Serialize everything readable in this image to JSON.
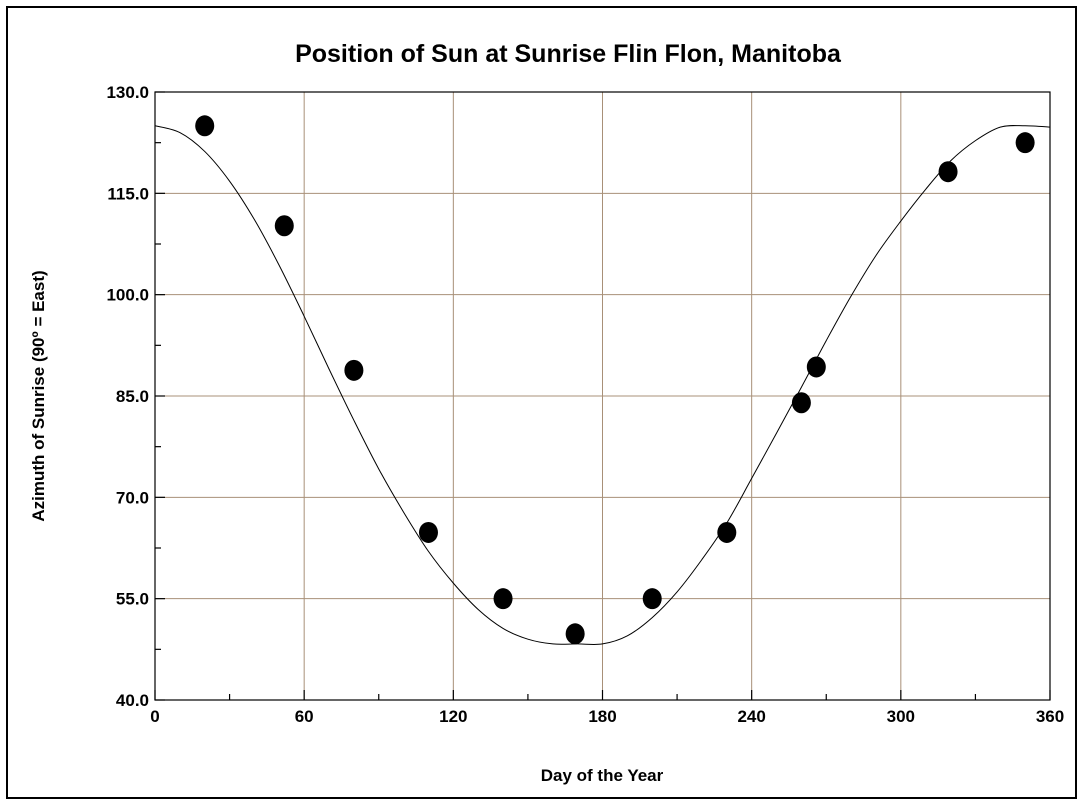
{
  "chart_data": {
    "type": "scatter",
    "title": "Position of Sun at Sunrise Flin Flon, Manitoba",
    "xlabel": "Day of the Year",
    "ylabel": "Azimuth of Sunrise (90º = East)",
    "xlim": [
      0,
      360
    ],
    "ylim": [
      40,
      130
    ],
    "x_ticks": [
      0,
      60,
      120,
      180,
      240,
      300,
      360
    ],
    "x_tick_labels": [
      "0",
      "60",
      "120",
      "180",
      "240",
      "300",
      "360"
    ],
    "y_ticks": [
      40,
      55,
      70,
      85,
      100,
      115,
      130
    ],
    "y_tick_labels": [
      "40.0",
      "55.0",
      "70.0",
      "85.0",
      "100.0",
      "115.0",
      "130.0"
    ],
    "grid": true,
    "colors": {
      "points": "#000000",
      "curve": "#000000",
      "grid": "#a89078"
    },
    "series": [
      {
        "kind": "points",
        "x": [
          20,
          52,
          80,
          110,
          140,
          169,
          200,
          230,
          260,
          266,
          319,
          350
        ],
        "y": [
          125.0,
          110.2,
          88.8,
          64.8,
          55.0,
          49.8,
          55.0,
          64.8,
          84.0,
          89.3,
          118.2,
          122.5
        ]
      },
      {
        "kind": "fit-curve",
        "x": [
          0,
          10,
          20,
          30,
          40,
          50,
          60,
          70,
          80,
          90,
          100,
          110,
          120,
          130,
          140,
          150,
          160,
          170,
          180,
          190,
          200,
          210,
          220,
          230,
          240,
          250,
          260,
          270,
          280,
          290,
          300,
          310,
          320,
          330,
          340,
          350,
          360
        ],
        "y": [
          125.0,
          124.0,
          121.2,
          116.8,
          111.1,
          104.3,
          96.8,
          89.0,
          81.4,
          74.2,
          67.8,
          62.0,
          57.3,
          53.4,
          50.6,
          49.0,
          48.3,
          48.3,
          48.3,
          49.5,
          52.2,
          56.0,
          60.8,
          66.2,
          72.8,
          79.5,
          86.3,
          93.2,
          99.8,
          105.8,
          110.9,
          115.6,
          119.8,
          122.8,
          124.8,
          125.0,
          124.8
        ]
      }
    ]
  }
}
